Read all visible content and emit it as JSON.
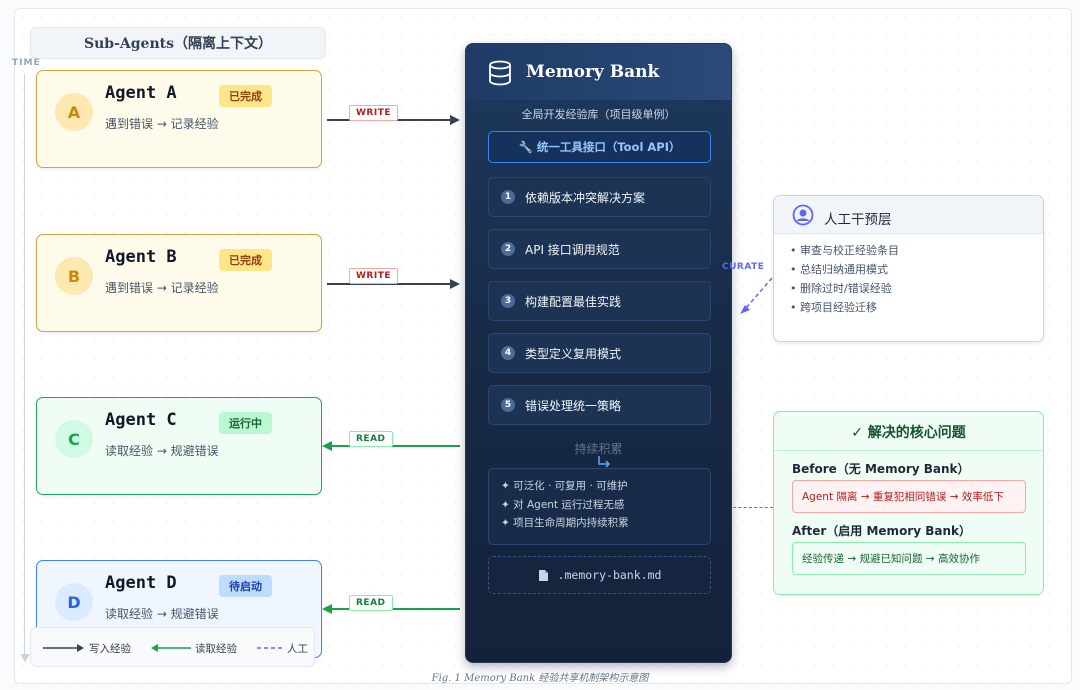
{
  "header": {
    "title": "Sub-Agents（隔离上下文）",
    "time_label": "TIME"
  },
  "agents": [
    {
      "letter": "A",
      "name": "Agent A",
      "status": "已完成",
      "desc": "遇到错误 → 记录经验"
    },
    {
      "letter": "B",
      "name": "Agent B",
      "status": "已完成",
      "desc": "遇到错误 → 记录经验"
    },
    {
      "letter": "C",
      "name": "Agent C",
      "status": "运行中",
      "desc": "读取经验 → 规避错误"
    },
    {
      "letter": "D",
      "name": "Agent D",
      "status": "待启动",
      "desc": "读取经验 → 规避错误"
    }
  ],
  "connectors": {
    "write": "WRITE",
    "read": "READ",
    "curate": "CURATE"
  },
  "bank": {
    "title": "Memory Bank",
    "subtitle": "全局开发经验库（项目级单例）",
    "api": "🔧  统一工具接口（Tool API）",
    "items": [
      {
        "num": "1",
        "label": "依赖版本冲突解决方案"
      },
      {
        "num": "2",
        "label": "API 接口调用规范"
      },
      {
        "num": "3",
        "label": "构建配置最佳实践"
      },
      {
        "num": "4",
        "label": "类型定义复用模式"
      },
      {
        "num": "5",
        "label": "错误处理统一策略"
      }
    ],
    "accumulate": "持续积累",
    "features": [
      "✦ 可泛化 · 可复用 · 可维护",
      "✦ 对 Agent 运行过程无感",
      "✦ 项目生命周期内持续积累"
    ],
    "file": ".memory-bank.md"
  },
  "human": {
    "title": "人工干预层",
    "items": [
      "• 审查与校正经验条目",
      "• 总结归纳通用模式",
      "• 删除过时/错误经验",
      "• 跨项目经验迁移"
    ]
  },
  "core": {
    "title": "✓ 解决的核心问题",
    "before_label": "Before（无 Memory Bank）",
    "before_text": "Agent 隔离 → 重复犯相同错误 → 效率低下",
    "after_label": "After（启用 Memory Bank）",
    "after_text": "经验传递 → 规避已知问题 → 高效协作"
  },
  "legend": {
    "write": "写入经验",
    "read": "读取经验",
    "human": "人工"
  },
  "caption": "Fig. 1 Memory Bank 经验共享机制架构示意图"
}
